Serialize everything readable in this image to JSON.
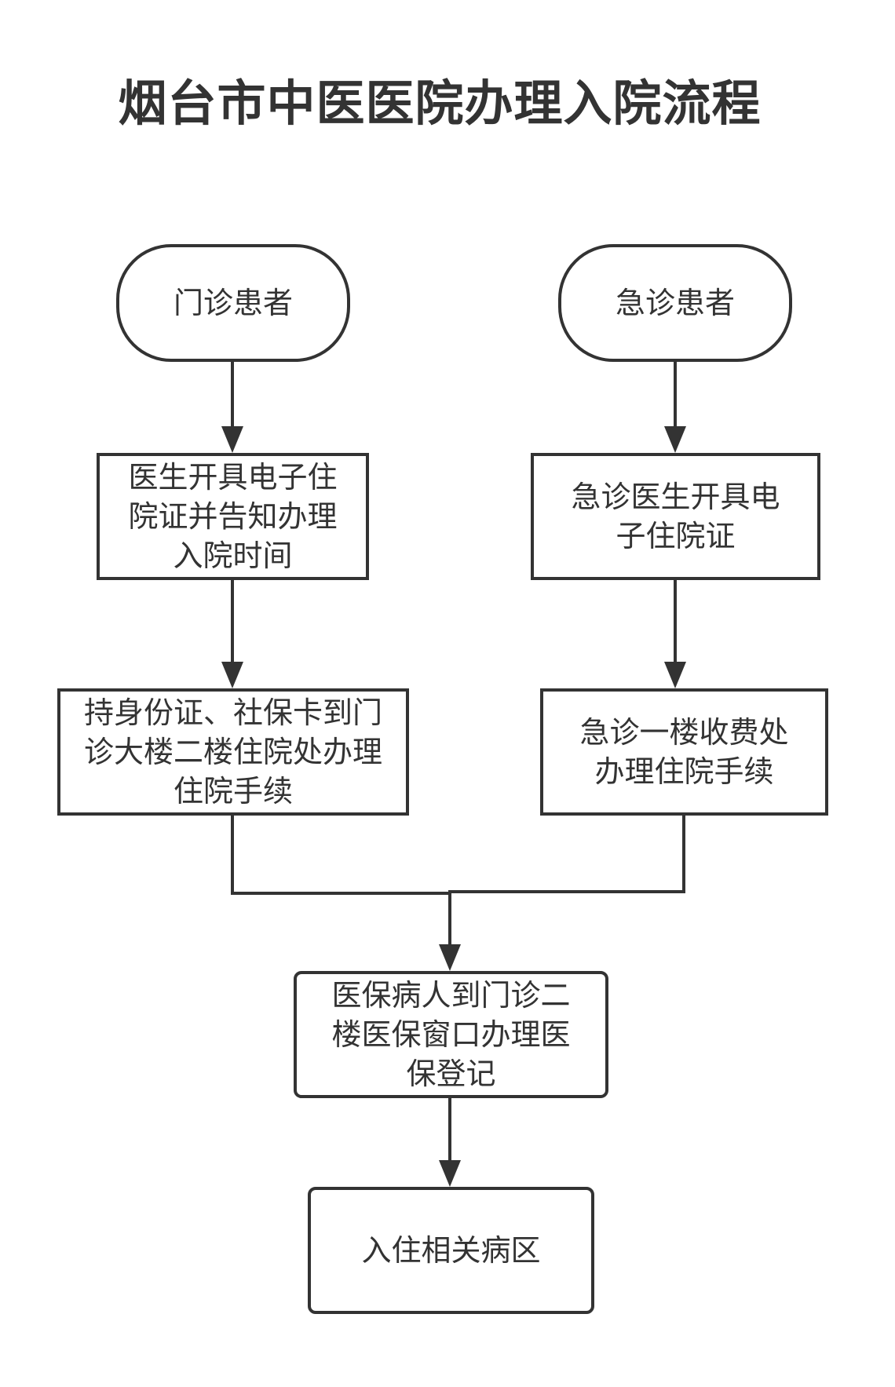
{
  "title": "烟台市中医医院办理入院流程",
  "nodes": {
    "outpatient": "门诊患者",
    "emergency": "急诊患者",
    "out_doctor": "医生开具电子住院证并告知办理入院时间",
    "em_doctor": "急诊医生开具电子住院证",
    "out_register": "持身份证、社保卡到门诊大楼二楼住院处办理住院手续",
    "em_register": "急诊一楼收费处办理住院手续",
    "insurance": "医保病人到门诊二楼医保窗口办理医保登记",
    "ward": "入住相关病区"
  },
  "colors": {
    "stroke": "#333333",
    "background": "#ffffff"
  }
}
